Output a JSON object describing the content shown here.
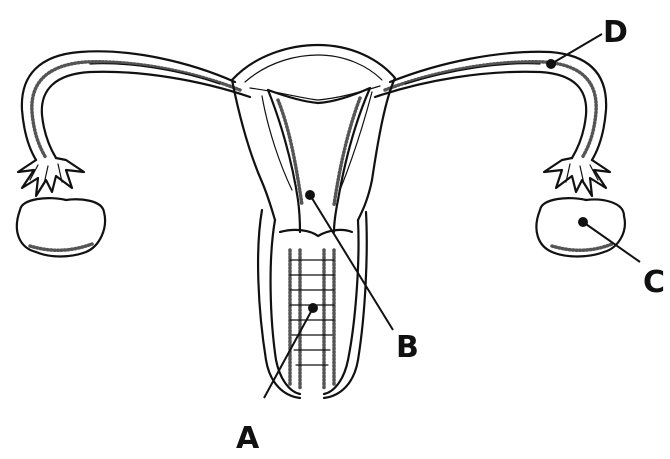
{
  "diagram": {
    "labels": {
      "a": "A",
      "b": "B",
      "c": "C",
      "d": "D"
    },
    "colors": {
      "ink": "#111111",
      "background": "#ffffff"
    }
  }
}
